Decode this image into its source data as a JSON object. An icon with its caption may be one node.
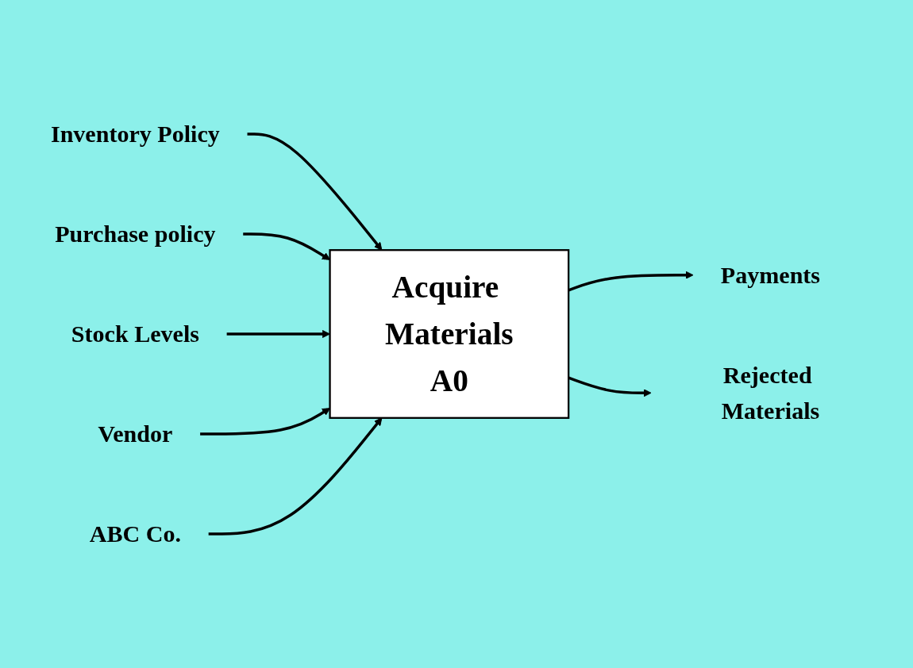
{
  "diagram": {
    "nodes": [
      {
        "text": [
          "Inventory Policy"
        ]
      },
      {
        "text": [
          "Purchase policy"
        ]
      },
      {
        "text": [
          "Stock Levels"
        ]
      },
      {
        "text": [
          "Acquire Materials",
          "A0"
        ]
      },
      {
        "text": [
          "Payments"
        ]
      },
      {
        "text": [
          "Rejected Materials"
        ]
      },
      {
        "text": [
          "Vendor"
        ]
      },
      {
        "text": [
          "ABC Co."
        ]
      }
    ],
    "edges": [
      {
        "from": 0,
        "to": 3,
        "arrow": "to"
      },
      {
        "from": 1,
        "to": 3,
        "arrow": "to"
      },
      {
        "from": 2,
        "to": 3,
        "arrow": "to"
      },
      {
        "from": 3,
        "to": 4,
        "arrow": "to"
      },
      {
        "from": 3,
        "to": 5,
        "arrow": "to"
      },
      {
        "from": 6,
        "to": 3,
        "arrow": "to"
      },
      {
        "from": 7,
        "to": 3,
        "arrow": "to"
      }
    ]
  }
}
